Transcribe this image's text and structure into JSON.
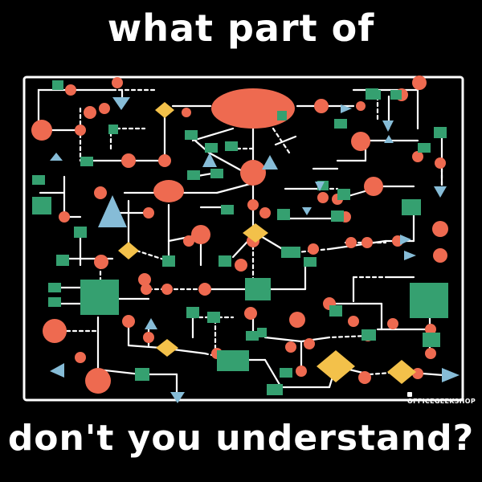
{
  "headline_top": "what part of",
  "headline_bottom": "don't you understand?",
  "brand": "OFFICEGEEKSHOP",
  "colors": {
    "background": "#000000",
    "line": "#ffffff",
    "circle": "#ee6a50",
    "rectangle": "#35a070",
    "diamond": "#f3c14a",
    "triangle": "#86bcd7"
  },
  "icons": [
    "flowchart-circle-node",
    "flowchart-rect-node",
    "flowchart-diamond-node",
    "flowchart-triangle-node",
    "shop-logo-icon"
  ]
}
